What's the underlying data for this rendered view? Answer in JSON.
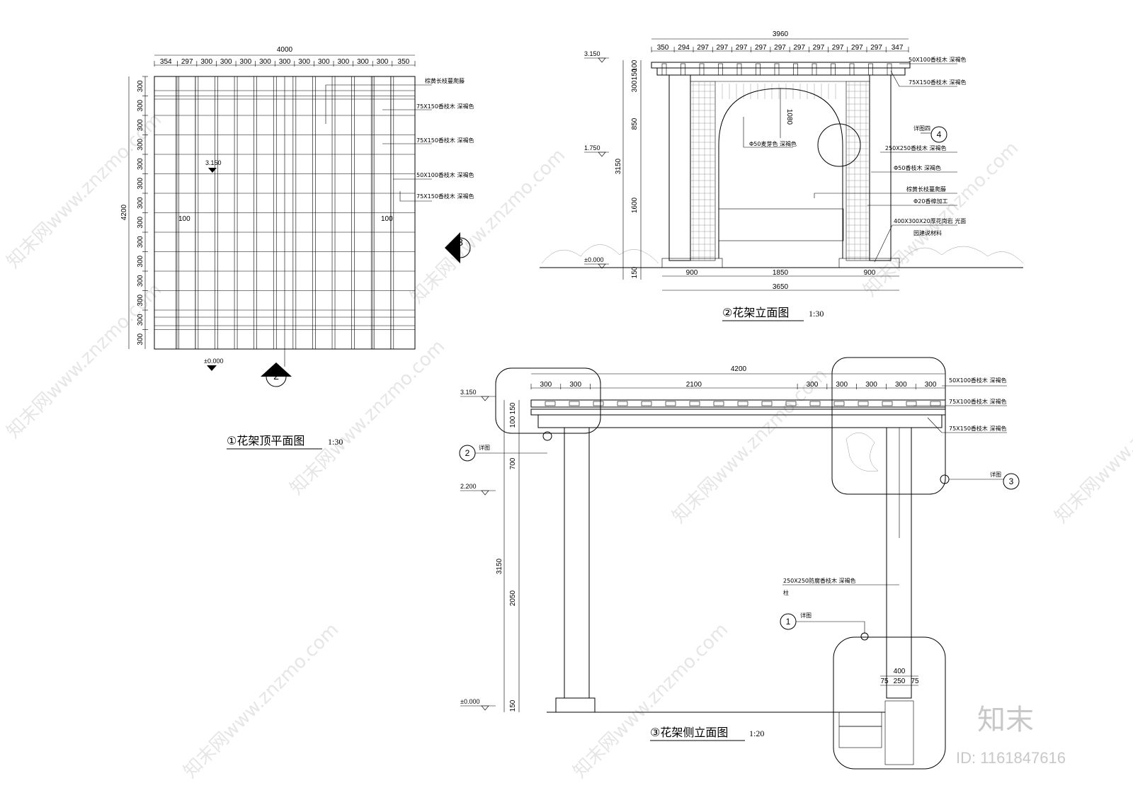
{
  "watermark": {
    "text": "知末网www.znzmo.com"
  },
  "brand": {
    "logo": "知末",
    "id": "ID: 1161847616"
  },
  "plan": {
    "title": "①花架顶平面图",
    "scale": "1:30",
    "total_width": "4000",
    "top_dims": [
      "354",
      "297",
      "300",
      "300",
      "300",
      "300",
      "300",
      "300",
      "300",
      "300",
      "300",
      "300",
      "350"
    ],
    "total_height": "4200",
    "left_dims": [
      "300",
      "300",
      "300",
      "300",
      "300",
      "300",
      "300",
      "300",
      "300",
      "300",
      "300",
      "300",
      "300",
      "300"
    ],
    "level_top": "3.150",
    "level_ground": "±0.000",
    "mark_100_left": "100",
    "mark_100_right": "100",
    "section_mark_2": "2",
    "section_mark_3": "3",
    "notes": [
      "棕黄长枝蔓爬藤",
      "75X150香枝木  深褐色",
      "75X150香枝木  深褐色",
      "50X100香枝木  深褐色",
      "75X150香枝木  深褐色"
    ]
  },
  "front": {
    "title": "②花架立面图",
    "scale": "1:30",
    "total_top": "3960",
    "top_dims": [
      "350",
      "294",
      "297",
      "297",
      "297",
      "297",
      "297",
      "297",
      "297",
      "297",
      "297",
      "297",
      "347"
    ],
    "left_dims": [
      "100",
      "150",
      "300",
      "850",
      "1600",
      "150"
    ],
    "total_left": "3150",
    "arch_dim": "1080",
    "bottom_dims": [
      "900",
      "1850",
      "900"
    ],
    "bottom_total": "3650",
    "levels": [
      "3.150",
      "1.750",
      "±0.000"
    ],
    "arch_note": "Φ50麦芽色  深褐色",
    "detail_mark": "4",
    "notes": [
      "50X100香枝木  深褐色",
      "75X150香枝木  深褐色",
      "详图四",
      "250X250香枝木  深褐色",
      "Φ50香枝木  深褐色",
      "棕黄长枝蔓爬藤",
      "Φ20香樟加工",
      "400X300X20厚花岗岩  光面",
      "园建说材料"
    ]
  },
  "side": {
    "title": "③花架侧立面图",
    "scale": "1:20",
    "total_top": "4200",
    "top_dims": [
      "300",
      "300",
      "2100",
      "300",
      "300",
      "300",
      "300",
      "300"
    ],
    "left_dims": [
      "150",
      "100",
      "700",
      "2050",
      "150"
    ],
    "total_left": "3150",
    "levels": [
      "3.150",
      "2.200",
      "±0.000"
    ],
    "base_dims": {
      "total": "400",
      "parts": [
        "75",
        "250",
        "75"
      ]
    },
    "mark_2": "2",
    "mark_3": "3",
    "mark_1": "1",
    "detail_label_left": "详图",
    "detail_label_right": "详图",
    "detail_label_bottom": "详图",
    "notes": [
      "50X100香枝木  深褐色",
      "75X100香枝木  深褐色",
      "75X150香枝木  深褐色"
    ],
    "column_note": "250X250防腐香枝木  深褐色",
    "column_note2": "柱"
  }
}
